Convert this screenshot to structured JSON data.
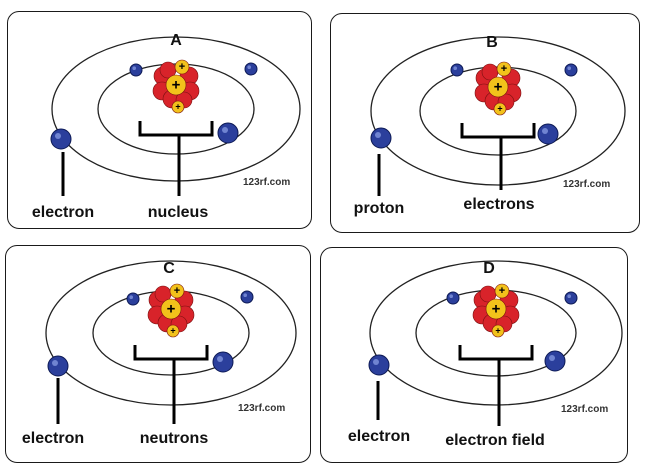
{
  "panels": [
    {
      "letter": "A",
      "left_label": "electron",
      "right_label": "nucleus",
      "watermark": "123rf.com"
    },
    {
      "letter": "B",
      "left_label": "proton",
      "right_label": "electrons",
      "watermark": "123rf.com"
    },
    {
      "letter": "C",
      "left_label": "electron",
      "right_label": "neutrons",
      "watermark": "123rf.com"
    },
    {
      "letter": "D",
      "left_label": "electron",
      "right_label": "electron field",
      "watermark": "123rf.com"
    }
  ],
  "colors": {
    "electron": "#2b3f9c",
    "proton": "#f2c21b",
    "neutron": "#d8232a",
    "orbit": "#222222"
  },
  "icons": {
    "proton_symbol": "+"
  }
}
